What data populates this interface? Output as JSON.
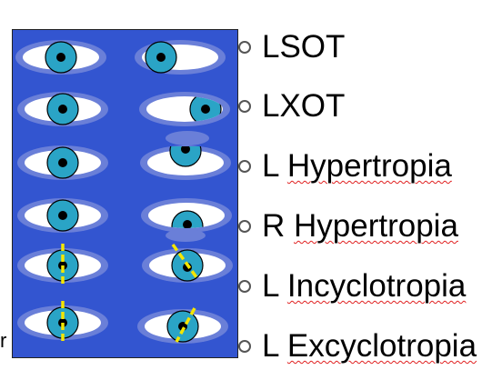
{
  "stray_text": "r",
  "options": [
    {
      "label_a": "LSOT",
      "label_b": ""
    },
    {
      "label_a": "LXOT",
      "label_b": ""
    },
    {
      "label_a": "L ",
      "label_b": "Hypertropia"
    },
    {
      "label_a": "R ",
      "label_b": "Hypertropia"
    },
    {
      "label_a": "L ",
      "label_b": "Incyclotropia"
    },
    {
      "label_a": "L ",
      "label_b": "Excyclotropia"
    }
  ],
  "colors": {
    "panel_blue": "#3355d0",
    "eye_shadow": "#6a7fd8",
    "iris": "#2aa4c6",
    "marker": "#f5e600",
    "spellcheck": "#e02020"
  }
}
